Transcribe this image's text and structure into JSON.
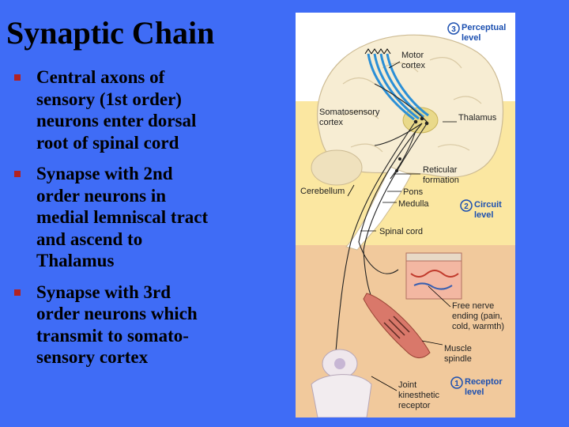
{
  "slide": {
    "title": "Synaptic Chain",
    "bullets": [
      "Central axons of\nsensory (1st order)\nneurons enter dorsal\nroot of spinal cord",
      "Synapse with 2nd\norder neurons in\nmedial lemniscal tract\nand ascend to\nThalamus",
      "Synapse with 3rd\norder neurons which\ntransmit to somato-\nsensory cortex"
    ]
  },
  "figure": {
    "level3_num": "3",
    "level3_line1": "Perceptual",
    "level3_line2": "level",
    "level2_num": "2",
    "level2_line1": "Circuit",
    "level2_line2": "level",
    "level1_num": "1",
    "level1_line1": "Receptor",
    "level1_line2": "level",
    "motor1": "Motor",
    "motor2": "cortex",
    "somato1": "Somatosensory",
    "somato2": "cortex",
    "thalamus": "Thalamus",
    "reticular1": "Reticular",
    "reticular2": "formation",
    "pons": "Pons",
    "cerebellum": "Cerebellum",
    "medulla": "Medulla",
    "spinal": "Spinal cord",
    "free1": "Free nerve",
    "free2": "ending (pain,",
    "free3": "cold, warmth)",
    "muscle1": "Muscle",
    "muscle2": "spindle",
    "joint1": "Joint",
    "joint2": "kinesthetic",
    "joint3": "receptor",
    "colors": {
      "slide_bg": "#3f6cf6",
      "band_top": "#ffffff",
      "band_mid": "#fbe7a1",
      "band_low": "#f1c99c",
      "nerve_blue": "#2b8fd6",
      "number_blue": "#1b4fb0",
      "bullet_red": "#b22222"
    }
  }
}
